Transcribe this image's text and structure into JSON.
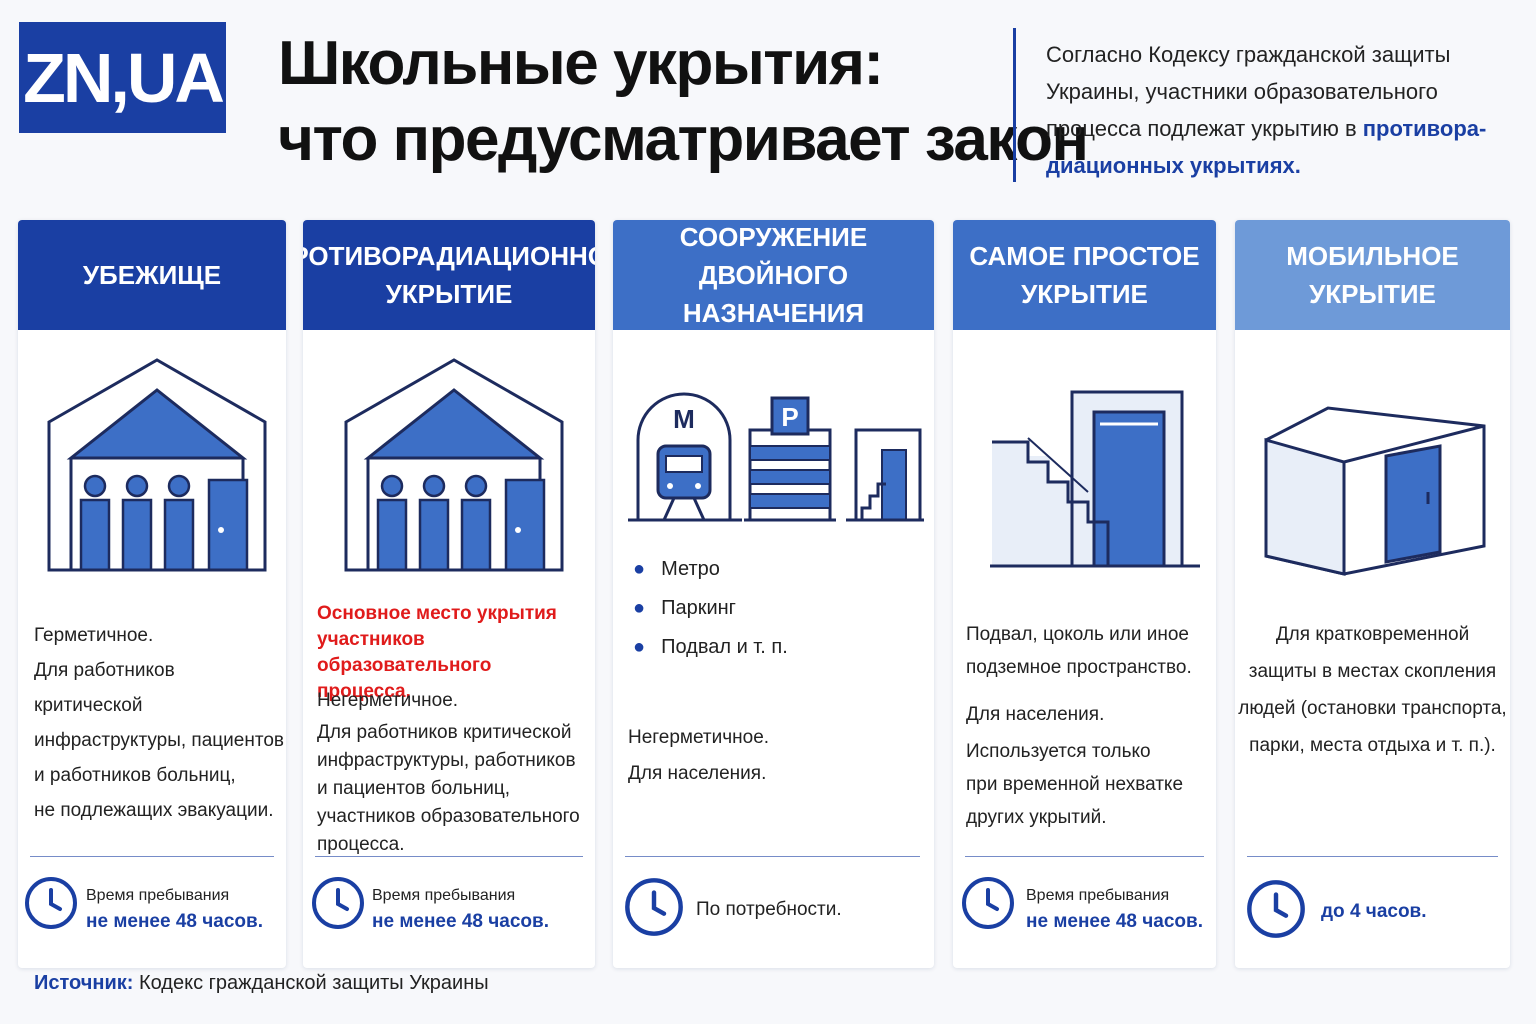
{
  "logo": "ZN,UA",
  "title": {
    "line1": "Школьные укрытия:",
    "line2": "что предусматривает закон"
  },
  "intro": {
    "lead": "Согласно Кодексу гражданской защиты Украины, участники образовательного процесса подлежат укрытию в ",
    "highlight": "противора-диационных укрытиях."
  },
  "colors": {
    "dark_blue": "#1a3fa3",
    "mid_blue": "#3d6fc6",
    "light_blue": "#6e9ad8",
    "red": "#e01b1b"
  },
  "columns": [
    {
      "header": "УБЕЖИЩЕ",
      "icon": "shelter-building-icon",
      "paragraphs": [
        "Герметичное.",
        "Для работников критической",
        "инфраструктуры, пациентов",
        "и работников больниц,",
        "не подлежащих эвакуации."
      ],
      "time_label": "Время пребывания",
      "time_value": "не менее 48 часов."
    },
    {
      "header": "ПРОТИВОРАДИАЦИОННОЕ УКРЫТИЕ",
      "icon": "anti-radiation-building-icon",
      "highlight": [
        "Основное место укрытия",
        "участников образовательного",
        "процесса."
      ],
      "paragraphs": [
        "Негерметичное.",
        "Для работников критической",
        "инфраструктуры, работников",
        "и пациентов больниц,",
        "участников образовательного",
        "процесса."
      ],
      "time_label": "Время пребывания",
      "time_value": "не менее 48 часов."
    },
    {
      "header": "СООРУЖЕНИЕ ДВОЙНОГО НАЗНАЧЕНИЯ",
      "icon": "dual-purpose-facilities-icon",
      "bullets": [
        "Метро",
        "Паркинг",
        "Подвал и т. п."
      ],
      "metro_letter": "М",
      "parking_letter": "P",
      "paragraphs": [
        "Негерметичное.",
        "Для населения."
      ],
      "time_value": "По потребности."
    },
    {
      "header": "САМОЕ ПРОСТОЕ УКРЫТИЕ",
      "icon": "basement-stairs-icon",
      "paragraphs": [
        "Подвал, цоколь или иное",
        "подземное пространство.",
        "Для населения.",
        "Используется только",
        "при временной нехватке",
        "других укрытий."
      ],
      "time_label": "Время пребывания",
      "time_value": "не менее 48 часов."
    },
    {
      "header": "МОБИЛЬНОЕ УКРЫТИЕ",
      "icon": "mobile-container-icon",
      "paragraphs": [
        "Для кратковременной",
        "защиты в местах скопления",
        "людей (остановки транспорта,",
        "парки, места отдыха и т. п.)."
      ],
      "time_value": "до 4 часов."
    }
  ],
  "source": {
    "label": "Источник:",
    "text": " Кодекс гражданской защиты Украины"
  }
}
